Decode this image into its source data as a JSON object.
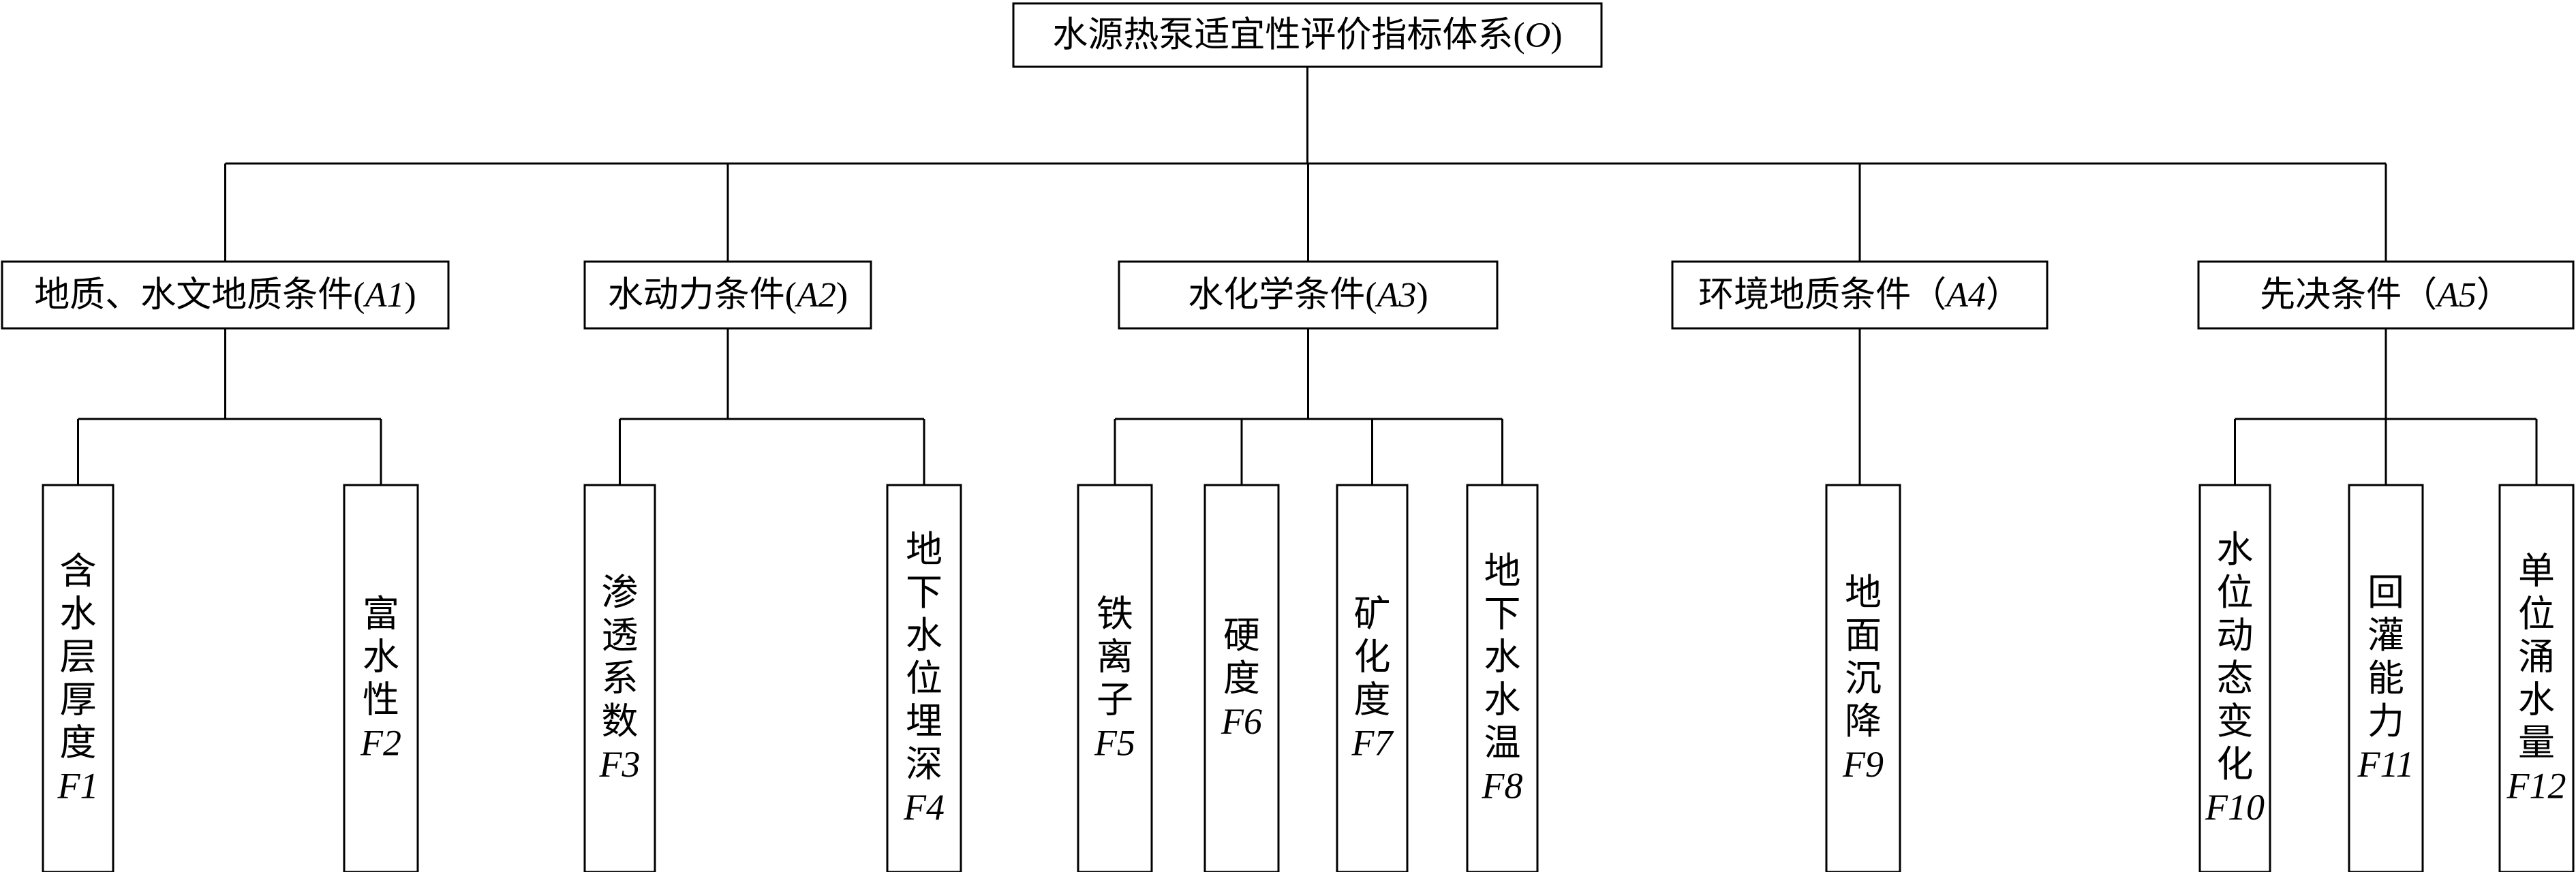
{
  "root": {
    "text": "水源热泵适宜性评价指标体系(",
    "code": "O",
    "close": ")"
  },
  "criteria": [
    {
      "text": "地质、水文地质条件(",
      "code": "A1",
      "close": ")"
    },
    {
      "text": "水动力条件(",
      "code": "A2",
      "close": ")"
    },
    {
      "text": "水化学条件(",
      "code": "A3",
      "close": ")"
    },
    {
      "text": "环境地质条件（",
      "code": "A4",
      "close": "）"
    },
    {
      "text": "先决条件（",
      "code": "A5",
      "close": "）"
    }
  ],
  "factors": [
    {
      "parent": 0,
      "chars": [
        "含",
        "水",
        "层",
        "厚",
        "度"
      ],
      "code": "F1"
    },
    {
      "parent": 0,
      "chars": [
        "富",
        "水",
        "性"
      ],
      "code": "F2"
    },
    {
      "parent": 1,
      "chars": [
        "渗",
        "透",
        "系",
        "数"
      ],
      "code": "F3"
    },
    {
      "parent": 1,
      "chars": [
        "地",
        "下",
        "水",
        "位",
        "埋",
        "深"
      ],
      "code": "F4"
    },
    {
      "parent": 2,
      "chars": [
        "铁",
        "离",
        "子"
      ],
      "code": "F5"
    },
    {
      "parent": 2,
      "chars": [
        "硬",
        "度"
      ],
      "code": "F6"
    },
    {
      "parent": 2,
      "chars": [
        "矿",
        "化",
        "度"
      ],
      "code": "F7"
    },
    {
      "parent": 2,
      "chars": [
        "地",
        "下",
        "水",
        "水",
        "温"
      ],
      "code": "F8"
    },
    {
      "parent": 3,
      "chars": [
        "地",
        "面",
        "沉",
        "降"
      ],
      "code": "F9"
    },
    {
      "parent": 4,
      "chars": [
        "水",
        "位",
        "动",
        "态",
        "变",
        "化"
      ],
      "code": "F10"
    },
    {
      "parent": 4,
      "chars": [
        "回",
        "灌",
        "能",
        "力"
      ],
      "code": "F11"
    },
    {
      "parent": 4,
      "chars": [
        "单",
        "位",
        "涌",
        "水",
        "量"
      ],
      "code": "F12"
    }
  ]
}
